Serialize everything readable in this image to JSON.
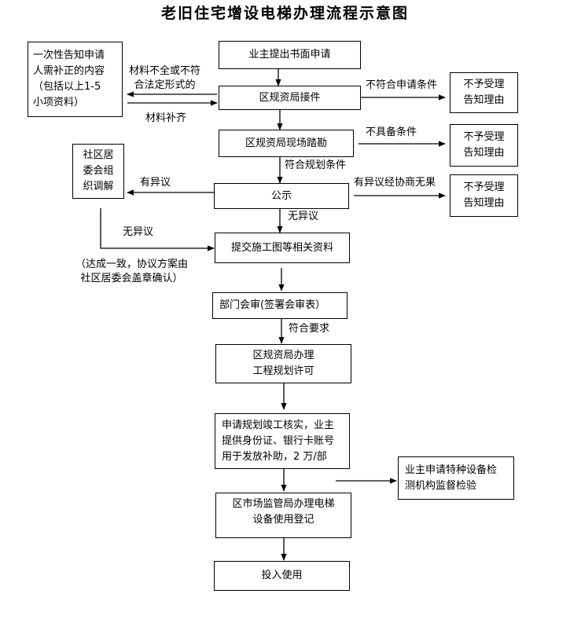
{
  "title": "老旧住宅增设电梯办理流程示意图",
  "nodes": {
    "application": "业主提出书面申请",
    "acceptance": "区规资局接件",
    "survey": "区规资局现场踏勘",
    "publicity": "公示",
    "submit_drawings": "提交施工图等相关资料",
    "joint_review": "部门会审(签署会审表）",
    "planning_permit": "区规资局办理\n工程规划许可",
    "completion_check": "申请规划竣工核实，业主\n提供身份证、银行卡账号\n用于发放补助，2 万/部",
    "registration": "区市场监管局办理电梯\n设备使用登记",
    "in_use": "投入使用",
    "supplement_notice": "一次性告知申请\n人需补正的内容\n（包括以上1-5\n小项资料）",
    "mediation": "社区居\n委会组\n织调解",
    "reject_1": "不予受理\n告知理由",
    "reject_2": "不予受理\n告知理由",
    "reject_3": "不予受理\n告知理由",
    "inspection": "业主申请特种设备检\n测机构监督检验"
  },
  "edge_labels": {
    "incomplete": "材料不全或不符\n合法定形式的",
    "supplemented": "材料补齐",
    "not_eligible_apply": "不符合申请条件",
    "not_qualified": "不具备条件",
    "meets_planning": "符合规划条件",
    "objection": "有异议",
    "objection_failed": "有异议经协商无果",
    "no_objection_1": "无异议",
    "no_objection_2": "无异议",
    "agreement_note": "（达成一致，协议方案由\n社区居委会盖章确认）",
    "meets_requirements": "符合要求"
  }
}
